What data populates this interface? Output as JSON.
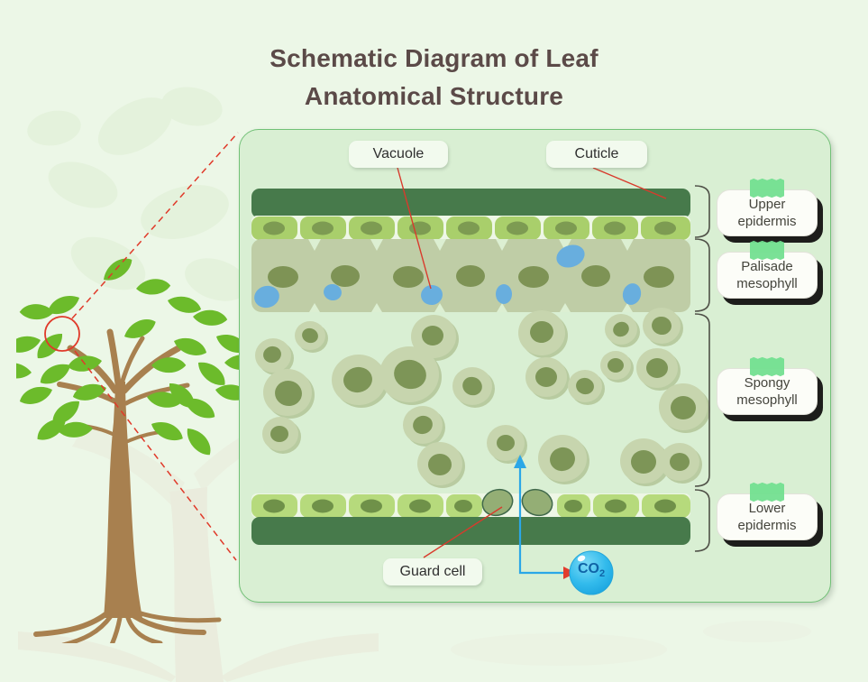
{
  "title": {
    "line1": "Schematic Diagram of Leaf",
    "line2": "Anatomical Structure"
  },
  "callouts": {
    "vacuole": "Vacuole",
    "cuticle": "Cuticle",
    "guard_cell": "Guard cell"
  },
  "co2_badge": {
    "text": "CO",
    "subscript": "2"
  },
  "layer_buttons": [
    {
      "label": "Upper epidermis"
    },
    {
      "label": "Palisade mesophyll"
    },
    {
      "label": "Spongy mesophyll"
    },
    {
      "label": "Lower epidermis"
    }
  ],
  "colors": {
    "page_background": "#ecf7e7",
    "panel_fill": "#d9efd3",
    "panel_border": "#72c177",
    "cuticle_dark_green": "#477a4b",
    "epidermis_green": "#a9cf6b",
    "palisade_green": "#bfcda6",
    "nucleus_olive": "#7d9557",
    "vacuole_blue": "#68aede",
    "co2_blue": "#28b4e9",
    "pointer_red": "#d93a2c",
    "arrow_blue": "#2ba7e7",
    "tape_green": "#73df90",
    "leaf_green": "#6cbb2b",
    "trunk_brown": "#a8804f",
    "title_text": "#5b4a48"
  }
}
